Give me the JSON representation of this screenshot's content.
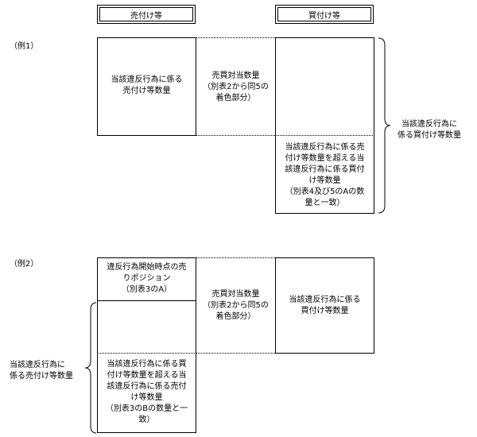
{
  "headers": {
    "sell": "売付け等",
    "buy": "買付け等"
  },
  "example1": {
    "label": "（例1）",
    "sell_box": [
      "当該違反行為に係る",
      "売付け等数量"
    ],
    "middle": [
      "売買対当数量",
      "（別表2から同5の",
      "着色部分）"
    ],
    "buy_lower": [
      "当該違反行為に係る売",
      "付け等数量を超える当",
      "該違反行為に係る買付",
      "け等数量",
      "（別表4及び5のAの数",
      "量と一致）"
    ],
    "brace_label": [
      "当該違反行為に",
      "係る買付け等数量"
    ]
  },
  "example2": {
    "label": "（例2）",
    "sell_upper": [
      "違反行為開始時点の売",
      "りポジション",
      "（別表3のA）"
    ],
    "middle": [
      "売買対当数量",
      "（別表2から同5の",
      "着色部分）"
    ],
    "buy_box": [
      "当該違反行為に係る",
      "買付け等数量"
    ],
    "sell_lower": [
      "当該違反行為に係る買",
      "付け等数量を超える当",
      "該違反行為に係る売付",
      "け等数量",
      "（別表3のBの数量と一",
      "致）"
    ],
    "brace_label": [
      "当該違反行為に",
      "係る売付け等数量"
    ]
  }
}
